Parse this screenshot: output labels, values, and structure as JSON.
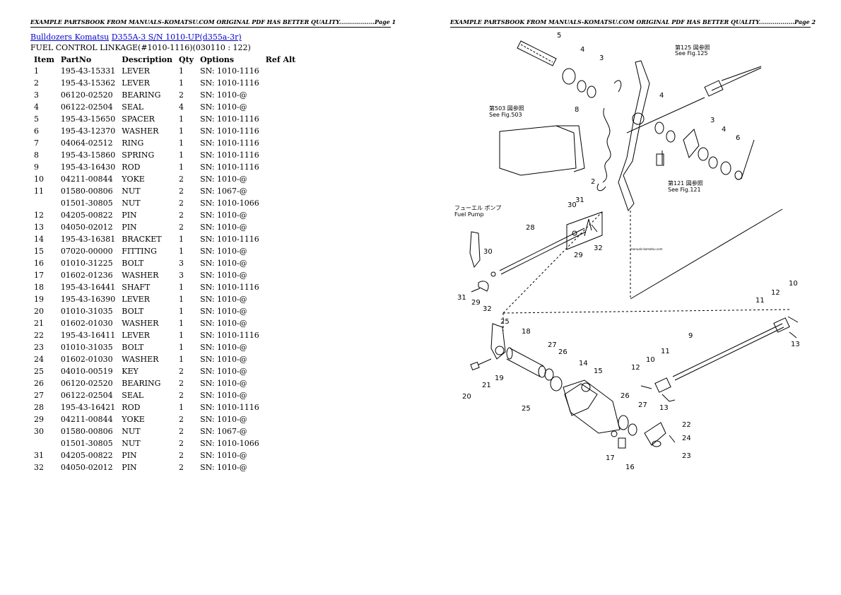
{
  "page1_header": "EXAMPLE PARTSBOOK FROM MANUALS-KOMATSU.COM ORIGINAL PDF HAS BETTER QUALITY..................Page 1",
  "page2_header": "EXAMPLE PARTSBOOK FROM MANUALS-KOMATSU.COM ORIGINAL PDF HAS BETTER QUALITY..................Page 2",
  "breadcrumb": {
    "link1": "Bulldozers Komatsu",
    "link2": "D355A-3 S/N 1010-UP(d355a-3r)"
  },
  "subtitle": "FUEL CONTROL LINKAGE(#1010-1116)(030110 : 122)",
  "table": {
    "headers": [
      "Item",
      "PartNo",
      "Description",
      "Qty",
      "Options",
      "Ref Alt"
    ],
    "rows": [
      [
        "1",
        "195-43-15331",
        "LEVER",
        "1",
        "SN: 1010-1116"
      ],
      [
        "2",
        "195-43-15362",
        "LEVER",
        "1",
        "SN: 1010-1116"
      ],
      [
        "3",
        "06120-02520",
        "BEARING",
        "2",
        "SN: 1010-@"
      ],
      [
        "4",
        "06122-02504",
        "SEAL",
        "4",
        "SN: 1010-@"
      ],
      [
        "5",
        "195-43-15650",
        "SPACER",
        "1",
        "SN: 1010-1116"
      ],
      [
        "6",
        "195-43-12370",
        "WASHER",
        "1",
        "SN: 1010-1116"
      ],
      [
        "7",
        "04064-02512",
        "RING",
        "1",
        "SN: 1010-1116"
      ],
      [
        "8",
        "195-43-15860",
        "SPRING",
        "1",
        "SN: 1010-1116"
      ],
      [
        "9",
        "195-43-16430",
        "ROD",
        "1",
        "SN: 1010-1116"
      ],
      [
        "10",
        "04211-00844",
        "YOKE",
        "2",
        "SN: 1010-@"
      ],
      [
        "11",
        "01580-00806",
        "NUT",
        "2",
        "SN: 1067-@"
      ],
      [
        "",
        "01501-30805",
        "NUT",
        "2",
        "SN: 1010-1066"
      ],
      [
        "12",
        "04205-00822",
        "PIN",
        "2",
        "SN: 1010-@"
      ],
      [
        "13",
        "04050-02012",
        "PIN",
        "2",
        "SN: 1010-@"
      ],
      [
        "14",
        "195-43-16381",
        "BRACKET",
        "1",
        "SN: 1010-1116"
      ],
      [
        "15",
        "07020-00000",
        "FITTING",
        "1",
        "SN: 1010-@"
      ],
      [
        "16",
        "01010-31225",
        "BOLT",
        "3",
        "SN: 1010-@"
      ],
      [
        "17",
        "01602-01236",
        "WASHER",
        "3",
        "SN: 1010-@"
      ],
      [
        "18",
        "195-43-16441",
        "SHAFT",
        "1",
        "SN: 1010-1116"
      ],
      [
        "19",
        "195-43-16390",
        "LEVER",
        "1",
        "SN: 1010-@"
      ],
      [
        "20",
        "01010-31035",
        "BOLT",
        "1",
        "SN: 1010-@"
      ],
      [
        "21",
        "01602-01030",
        "WASHER",
        "1",
        "SN: 1010-@"
      ],
      [
        "22",
        "195-43-16411",
        "LEVER",
        "1",
        "SN: 1010-1116"
      ],
      [
        "23",
        "01010-31035",
        "BOLT",
        "1",
        "SN: 1010-@"
      ],
      [
        "24",
        "01602-01030",
        "WASHER",
        "1",
        "SN: 1010-@"
      ],
      [
        "25",
        "04010-00519",
        "KEY",
        "2",
        "SN: 1010-@"
      ],
      [
        "26",
        "06120-02520",
        "BEARING",
        "2",
        "SN: 1010-@"
      ],
      [
        "27",
        "06122-02504",
        "SEAL",
        "2",
        "SN: 1010-@"
      ],
      [
        "28",
        "195-43-16421",
        "ROD",
        "1",
        "SN: 1010-1116"
      ],
      [
        "29",
        "04211-00844",
        "YOKE",
        "2",
        "SN: 1010-@"
      ],
      [
        "30",
        "01580-00806",
        "NUT",
        "2",
        "SN: 1067-@"
      ],
      [
        "",
        "01501-30805",
        "NUT",
        "2",
        "SN: 1010-1066"
      ],
      [
        "31",
        "04205-00822",
        "PIN",
        "2",
        "SN: 1010-@"
      ],
      [
        "32",
        "04050-02012",
        "PIN",
        "2",
        "SN: 1010-@"
      ]
    ]
  },
  "diagram": {
    "callouts": [
      "5",
      "4",
      "3",
      "8",
      "4",
      "3",
      "4",
      "6",
      "2",
      "31",
      "30",
      "28",
      "29",
      "32",
      "30",
      "31",
      "29",
      "32",
      "12",
      "10",
      "11",
      "25",
      "18",
      "27",
      "26",
      "14",
      "15",
      "20",
      "21",
      "19",
      "25",
      "9",
      "13",
      "12",
      "10",
      "11",
      "26",
      "27",
      "13",
      "22",
      "24",
      "17",
      "16",
      "23"
    ],
    "ref_fig125": [
      "第125 図参照",
      "See Fig.125"
    ],
    "ref_fig503": [
      "第503 図参照",
      "See Fig.503"
    ],
    "ref_fig121": [
      "第121 図参照",
      "See Fig.121"
    ],
    "ref_fuel_pump": [
      "フューエル ポンプ",
      "Fuel  Pump"
    ],
    "watermark": "manuals-komatsu.com"
  }
}
